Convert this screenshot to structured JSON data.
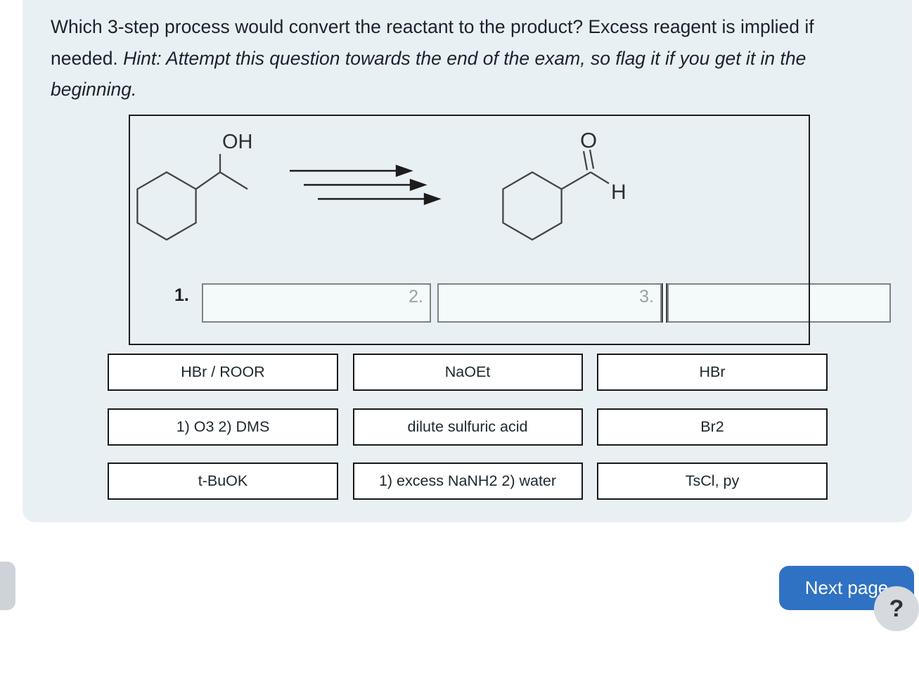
{
  "question": {
    "text": "Which 3-step process would convert the reactant to the product? Excess reagent is implied if needed. ",
    "hint": "Hint: Attempt this question towards the end of the exam, so flag it if you get it in the beginning."
  },
  "reaction": {
    "reactant_name": "1-cyclohexylethanol",
    "product_name": "cyclohexanecarbaldehyde",
    "reactant_oh_label": "OH",
    "product_o_label": "O",
    "product_h_label": "H",
    "arrow_count": 3
  },
  "drop_zone": {
    "slot1_label": "1.",
    "slot2_label": "2.",
    "slot3_label": "3."
  },
  "options": [
    {
      "label": "HBr / ROOR"
    },
    {
      "label": "NaOEt"
    },
    {
      "label": "HBr"
    },
    {
      "label": "1) O3 2) DMS"
    },
    {
      "label": "dilute sulfuric acid"
    },
    {
      "label": "Br2"
    },
    {
      "label": "t-BuOK"
    },
    {
      "label": "1) excess NaNH2 2) water"
    },
    {
      "label": "TsCl, py"
    }
  ],
  "footer": {
    "next_button_label": "Next page",
    "help_button_label": "?"
  },
  "colors": {
    "panel_bg": "#e9f0f4",
    "slot_bg": "#f4f9fa",
    "slot_border": "#7b8487",
    "option_border": "#16191b",
    "primary_button": "#2f72c3",
    "help_bg": "#d6d9dd"
  }
}
